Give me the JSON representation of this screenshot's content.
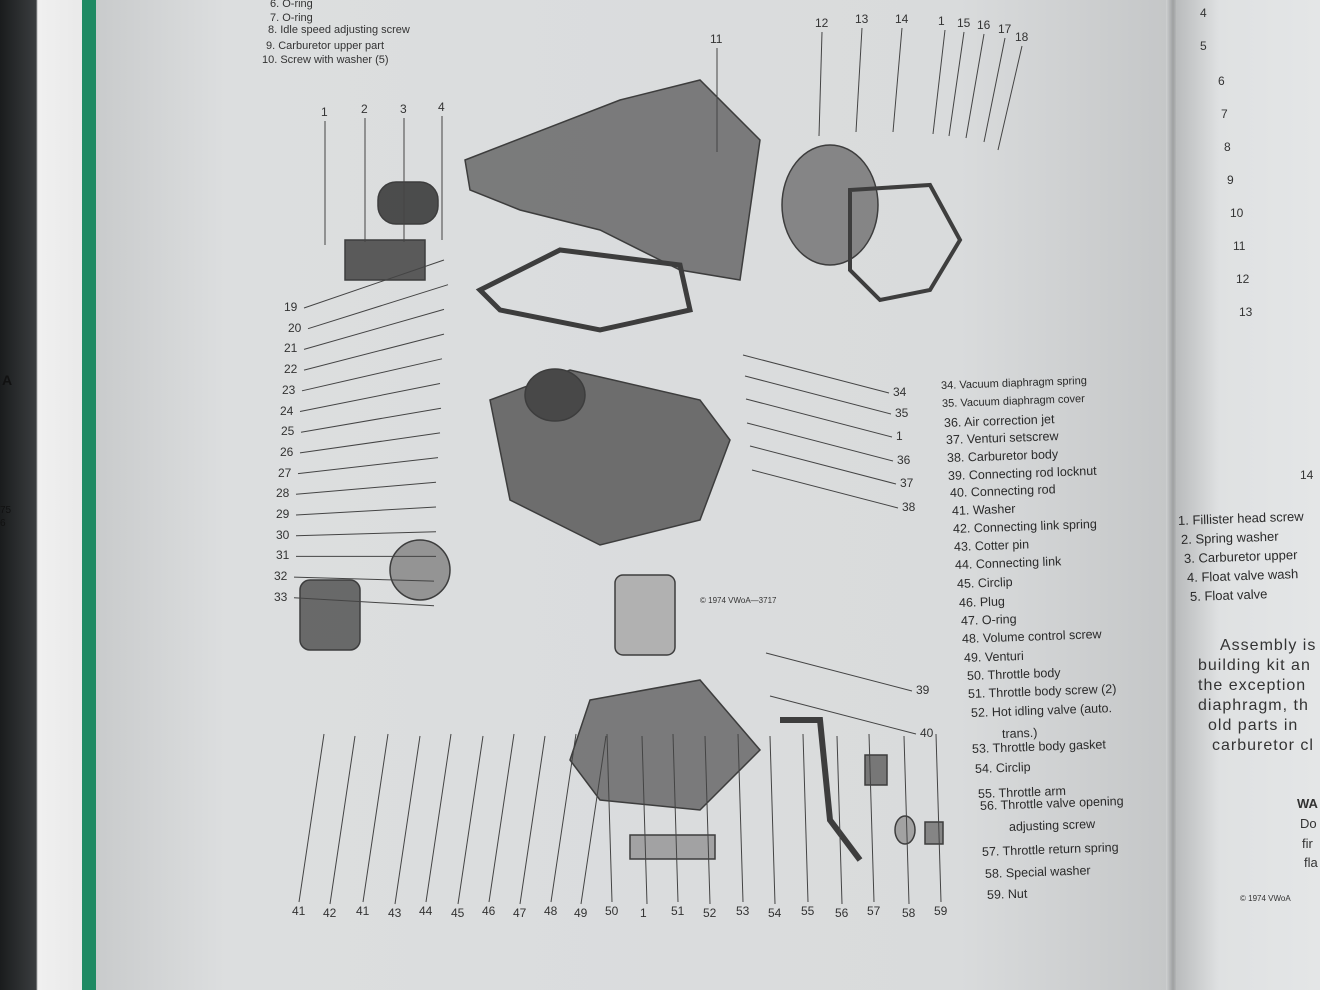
{
  "left_edge": {
    "fragment_a": "A",
    "fragment_b": "75",
    "fragment_c": "6"
  },
  "top_legend": [
    "6. O-ring",
    "7. O-ring",
    "8. Idle speed adjusting screw",
    "9. Carburetor upper part",
    "10. Screw with washer (5)"
  ],
  "callouts": {
    "top": [
      "11",
      "12",
      "13",
      "14",
      "1",
      "15",
      "16",
      "17",
      "18"
    ],
    "upper_left": [
      "1",
      "2",
      "3",
      "4"
    ],
    "left": [
      "19",
      "20",
      "21",
      "22",
      "23",
      "24",
      "25",
      "26",
      "27",
      "28",
      "29",
      "30",
      "31",
      "32",
      "33"
    ],
    "right": [
      "34",
      "35",
      "1",
      "36",
      "37",
      "38",
      "39",
      "40"
    ],
    "bottom": [
      "41",
      "42",
      "41",
      "43",
      "44",
      "45",
      "46",
      "47",
      "48",
      "49",
      "50",
      "1",
      "51",
      "52",
      "53",
      "54",
      "55",
      "56",
      "57",
      "58",
      "59"
    ]
  },
  "diagram_credit": "© 1974 VWoA—3717",
  "right_legend": [
    "34. Vacuum diaphragm spring",
    "35. Vacuum diaphragm cover",
    "36. Air correction jet",
    "37. Venturi setscrew",
    "38. Carburetor body",
    "39. Connecting rod locknut",
    "40. Connecting rod",
    "41. Washer",
    "42. Connecting link spring",
    "43. Cotter pin",
    "44. Connecting link",
    "45. Circlip",
    "46. Plug",
    "47. O-ring",
    "48. Volume control screw",
    "49. Venturi",
    "50. Throttle body",
    "51. Throttle body screw (2)",
    "52. Hot idling valve (auto.",
    "trans.)",
    "53. Throttle body gasket",
    "54. Circlip",
    "55. Throttle arm",
    "56. Throttle valve opening",
    "adjusting screw",
    "57. Throttle return spring",
    "58. Special washer",
    "59. Nut"
  ],
  "page2": {
    "callouts": [
      "4",
      "5",
      "6",
      "7",
      "8",
      "9",
      "10",
      "11",
      "12",
      "13",
      "14"
    ],
    "legend": [
      "1. Fillister head screw",
      "2. Spring washer",
      "3. Carburetor upper",
      "4. Float valve wash",
      "5. Float valve"
    ],
    "paragraph": [
      "Assembly is",
      "building kit an",
      "the exception",
      "diaphragm, th",
      "old parts in",
      "carburetor cl"
    ],
    "warning_title": "WA",
    "warning_lines": [
      "Do",
      "fir",
      "fla"
    ],
    "credit": "© 1974 VWoA"
  }
}
